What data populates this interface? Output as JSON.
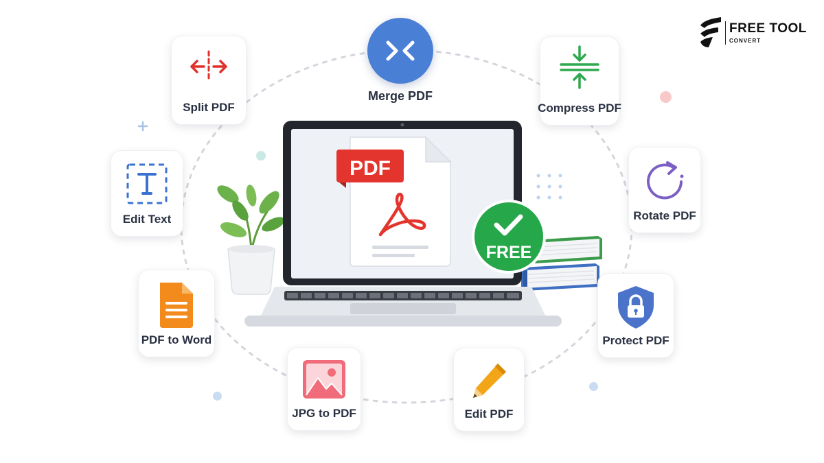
{
  "brand": {
    "name": "FREE TOOL",
    "tagline": "CONVERT"
  },
  "hero": {
    "pdf_tag": "PDF",
    "free_badge": "FREE"
  },
  "tools": {
    "merge": "Merge PDF",
    "split": "Split PDF",
    "compress": "Compress PDF",
    "edit_text": "Edit Text",
    "rotate": "Rotate PDF",
    "pdf_to_word": "PDF to Word",
    "protect": "Protect PDF",
    "jpg_to_pdf": "JPG to PDF",
    "edit_pdf": "Edit PDF"
  },
  "icons": [
    "merge-icon",
    "split-icon",
    "compress-icon",
    "text-icon",
    "rotate-icon",
    "document-icon",
    "lock-shield-icon",
    "image-icon",
    "pencil-icon",
    "acrobat-icon",
    "checkmark-icon",
    "plant",
    "books"
  ],
  "colors": {
    "merge_blue": "#4a7fd6",
    "split_red": "#e0312b",
    "compress_green": "#2ea84f",
    "text_blue": "#3b72d1",
    "rotate_purple": "#7b5fc4",
    "word_orange": "#f28a1c",
    "shield_blue": "#4a73c9",
    "image_pink": "#f06c7a",
    "pencil_orange": "#f2a516",
    "pdf_red": "#e3352d",
    "free_green": "#26a84a"
  }
}
